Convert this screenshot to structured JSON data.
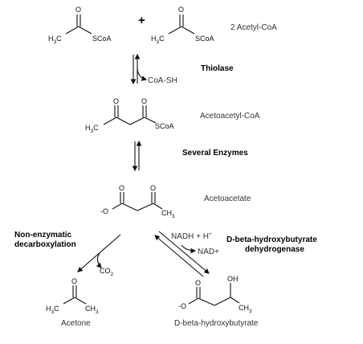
{
  "compounds": {
    "acetyl_coa_1": {
      "c": "C",
      "h": "H",
      "h_sub": "3",
      "s": "SCoA",
      "o": "O"
    },
    "acetyl_coa_2": {
      "c": "C",
      "h": "H",
      "h_sub": "3",
      "s": "SCoA",
      "o": "O"
    },
    "acetoacetyl_coa": {
      "c": "C",
      "h": "H",
      "h_sub": "3",
      "s": "SCoA",
      "o1": "O",
      "o2": "O"
    },
    "acetoacetate": {
      "o_minus": "-O",
      "o1": "O",
      "o2": "O",
      "ch": "CH",
      "ch_sub": "3"
    },
    "acetone": {
      "o": "O",
      "c": "C",
      "h": "H",
      "h_sub": "3",
      "ch": "CH",
      "ch_sub": "3"
    },
    "hydroxybutyrate": {
      "o_minus": "-O",
      "o": "O",
      "oh": "OH",
      "ch": "CH",
      "ch_sub": "3"
    }
  },
  "plus_sign": "+",
  "labels": {
    "acetyl_coa": "2 Acetyl-CoA",
    "acetoacetyl_coa": "Acetoacetyl-CoA",
    "acetoacetate": "Acetoacetate",
    "acetone": "Acetone",
    "hydroxybutyrate": "D-beta-hydroxybutyrate"
  },
  "enzymes": {
    "thiolase": "Thiolase",
    "several": "Several Enzymes",
    "nonenzymatic_1": "Non-enzymatic",
    "nonenzymatic_2": "decarboxylation",
    "dehydrogenase_1": "D-beta-hydroxybutyrate",
    "dehydrogenase_2": "dehydrogenase"
  },
  "cofactors": {
    "coa_sh": "CoA-SH",
    "co2": "CO",
    "co2_sub": "2",
    "nadh": "NADH + H",
    "nadh_sup": "+",
    "nad": "NAD+"
  }
}
